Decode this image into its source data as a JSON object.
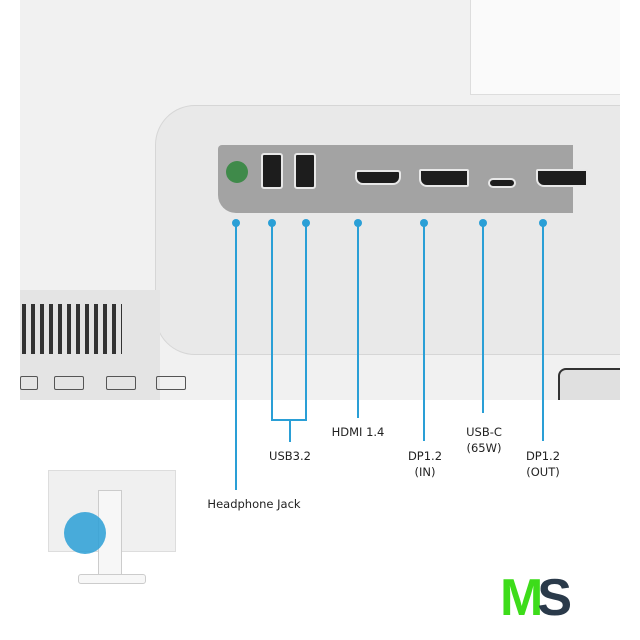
{
  "ports": {
    "headphone": "Headphone Jack",
    "usb": "USB3.2",
    "hdmi": "HDMI 1.4",
    "dp_in_1": "DP1.2",
    "dp_in_2": "(IN)",
    "usbc_1": "USB-C",
    "usbc_2": "(65W)",
    "dp_out_1": "DP1.2",
    "dp_out_2": "(OUT)"
  },
  "logo": {
    "text": "MS",
    "m_color": "#3ddc1a",
    "s_color": "#2a3a4a"
  },
  "colors": {
    "accent": "#2a9fd6",
    "panel": "#9a9a9a"
  }
}
